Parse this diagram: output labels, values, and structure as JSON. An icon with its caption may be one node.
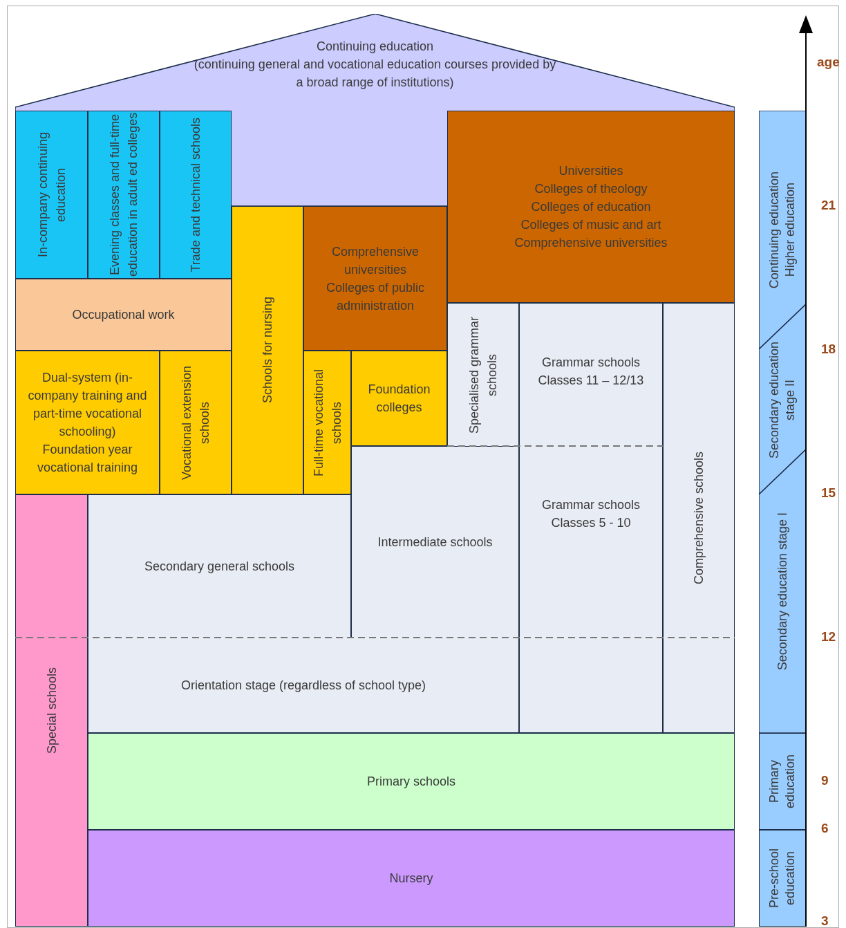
{
  "diagram": {
    "nodes": [
      {
        "text": [
          "Continuing education",
          "(continuing general and vocational education courses provided by a broad range of institutions)"
        ]
      },
      {
        "text": [
          "In-company continuing education"
        ]
      },
      {
        "text": [
          "Evening classes and full-time education in adult ed colleges"
        ]
      },
      {
        "text": [
          "Trade and technical schools"
        ]
      },
      {
        "text": [
          "Occupational work"
        ]
      },
      {
        "text": [
          "Schools for nursing"
        ]
      },
      {
        "text": [
          "Comprehensive universities",
          "Colleges of public administration"
        ]
      },
      {
        "text": [
          "Universities",
          "Colleges of theology",
          "Colleges of education",
          "Colleges of music and art",
          "Comprehensive universities"
        ]
      },
      {
        "text": [
          "Dual-system (in-company training and part-time vocational schooling)",
          "Foundation year vocational training"
        ]
      },
      {
        "text": [
          "Vocational extension schools"
        ]
      },
      {
        "text": [
          "Full-time vocational schools"
        ]
      },
      {
        "text": [
          "Foundation colleges"
        ]
      },
      {
        "text": [
          "Specialised grammar schools"
        ]
      },
      {
        "text": [
          "Grammar schools",
          "Classes 11 – 12/13"
        ]
      },
      {
        "text": [
          "Comprehensive schools"
        ]
      },
      {
        "text": [
          "Intermediate schools"
        ]
      },
      {
        "text": [
          "Grammar schools",
          "Classes 5 - 10"
        ]
      },
      {
        "text": [
          "Secondary general schools"
        ]
      },
      {
        "text": [
          "Special schools"
        ]
      },
      {
        "text": [
          "Orientation stage (regardless of school type)"
        ]
      },
      {
        "text": [
          "Primary schools"
        ]
      },
      {
        "text": [
          "Nursery"
        ]
      },
      {
        "text": [
          "Continuing education",
          "Higher education"
        ]
      },
      {
        "text": [
          "Secondary education stage II"
        ]
      },
      {
        "text": [
          "Secondary education stage I"
        ]
      },
      {
        "text": [
          "Primary education"
        ]
      },
      {
        "text": [
          "Pre-school education"
        ]
      }
    ],
    "labels": [
      "age",
      "21",
      "18",
      "15",
      "12",
      "9",
      "6",
      "3"
    ]
  }
}
